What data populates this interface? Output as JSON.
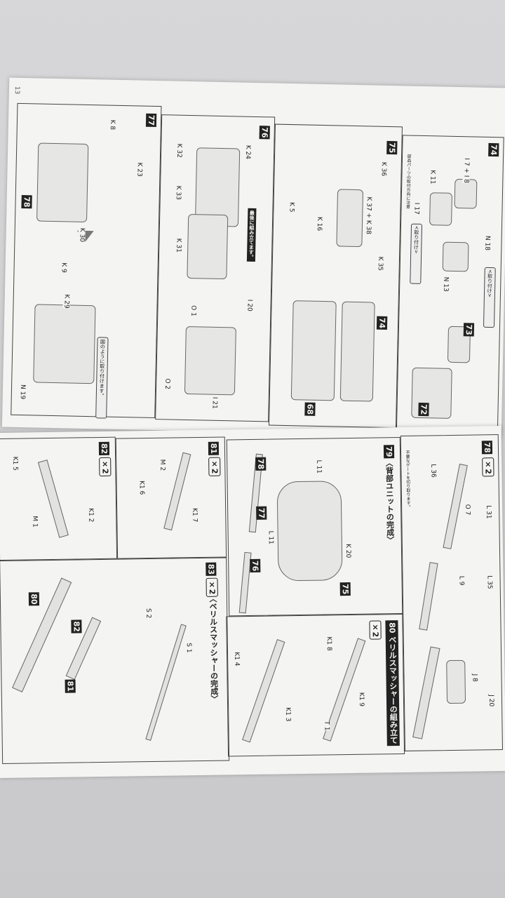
{
  "page_number": "13",
  "upper_page": {
    "steps": [
      {
        "number": "74",
        "parts": [
          "K 11",
          "I 7 + I 8",
          "I 17",
          "N 18",
          "N 13"
        ],
        "notes": [
          "<取り付け>",
          "<取り付け>"
        ],
        "caution": "部品パーツの取付方向に注意"
      },
      {
        "number": "75",
        "parts": [
          "K 5",
          "K 16",
          "K 36",
          "K 37 + K 38",
          "K 35"
        ]
      },
      {
        "number": "76",
        "parts": [
          "K 32",
          "K 33",
          "K 24",
          "K 31",
          "O 1",
          "O 2",
          "I 20",
          "I 21"
        ],
        "notes": [
          "最後に組み立てます。"
        ]
      },
      {
        "number": "77",
        "parts": [
          "K 8",
          "K 23",
          "K 30",
          "K 9",
          "K 29",
          "N 19"
        ],
        "notes": [
          "図のように取り付けます。"
        ]
      }
    ],
    "refs": [
      "73",
      "72",
      "74",
      "68",
      "78"
    ]
  },
  "lower_page": {
    "steps": [
      {
        "number": "78",
        "multiplier": "×2",
        "parts": [
          "L 36",
          "L 31",
          "O 7",
          "L 9",
          "L 35",
          "J 8",
          "J 20"
        ],
        "caution": "不要なゲートを切り取ります。"
      },
      {
        "number": "79",
        "title": "〈背部ユニットの完成〉",
        "parts": [
          "L 11",
          "L 11",
          "K 20"
        ],
        "refs": [
          "78",
          "77",
          "76",
          "75"
        ]
      },
      {
        "number": "80",
        "multiplier": "×2",
        "title": "ベリルスマッシャーの組み立て",
        "parts": [
          "K1 8",
          "K1 9",
          "T 1",
          "K1 4",
          "K1 3"
        ]
      },
      {
        "number": "81",
        "multiplier": "×2",
        "parts": [
          "M 2",
          "K1 6",
          "K1 7"
        ]
      },
      {
        "number": "82",
        "multiplier": "×2",
        "parts": [
          "K1 5",
          "M 1",
          "K1 2"
        ]
      },
      {
        "number": "83",
        "multiplier": "×2",
        "title": "〈ベリルスマッシャーの完成〉",
        "parts": [
          "S 2",
          "S 1"
        ],
        "refs": [
          "80",
          "82",
          "81"
        ]
      }
    ]
  }
}
